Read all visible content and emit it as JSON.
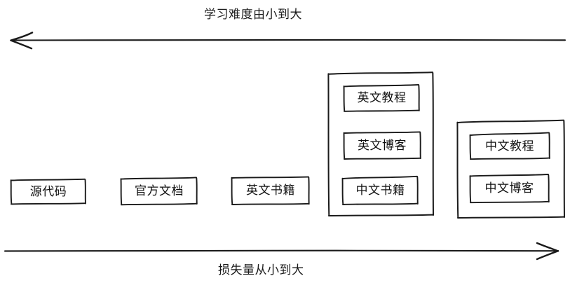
{
  "diagram": {
    "title_top": "学习难度由小到大",
    "title_bottom": "损失量从小到大",
    "stroke_color": "#1a1a1a",
    "background_color": "#ffffff",
    "top_axis": {
      "label": "学习难度由小到大",
      "direction": "left",
      "arrow_icon": "arrow-left-icon"
    },
    "bottom_axis": {
      "label": "损失量从小到大",
      "direction": "right",
      "arrow_icon": "arrow-right-icon"
    },
    "columns": [
      {
        "id": "source-code",
        "grouped": false,
        "items": [
          {
            "label": "源代码"
          }
        ]
      },
      {
        "id": "official-docs",
        "grouped": false,
        "items": [
          {
            "label": "官方文档"
          }
        ]
      },
      {
        "id": "english-books",
        "grouped": false,
        "items": [
          {
            "label": "英文书籍"
          }
        ]
      },
      {
        "id": "english-group",
        "grouped": true,
        "items": [
          {
            "label": "英文教程"
          },
          {
            "label": "英文博客"
          },
          {
            "label": "中文书籍"
          }
        ]
      },
      {
        "id": "chinese-group",
        "grouped": true,
        "items": [
          {
            "label": "中文教程"
          },
          {
            "label": "中文博客"
          }
        ]
      }
    ]
  }
}
